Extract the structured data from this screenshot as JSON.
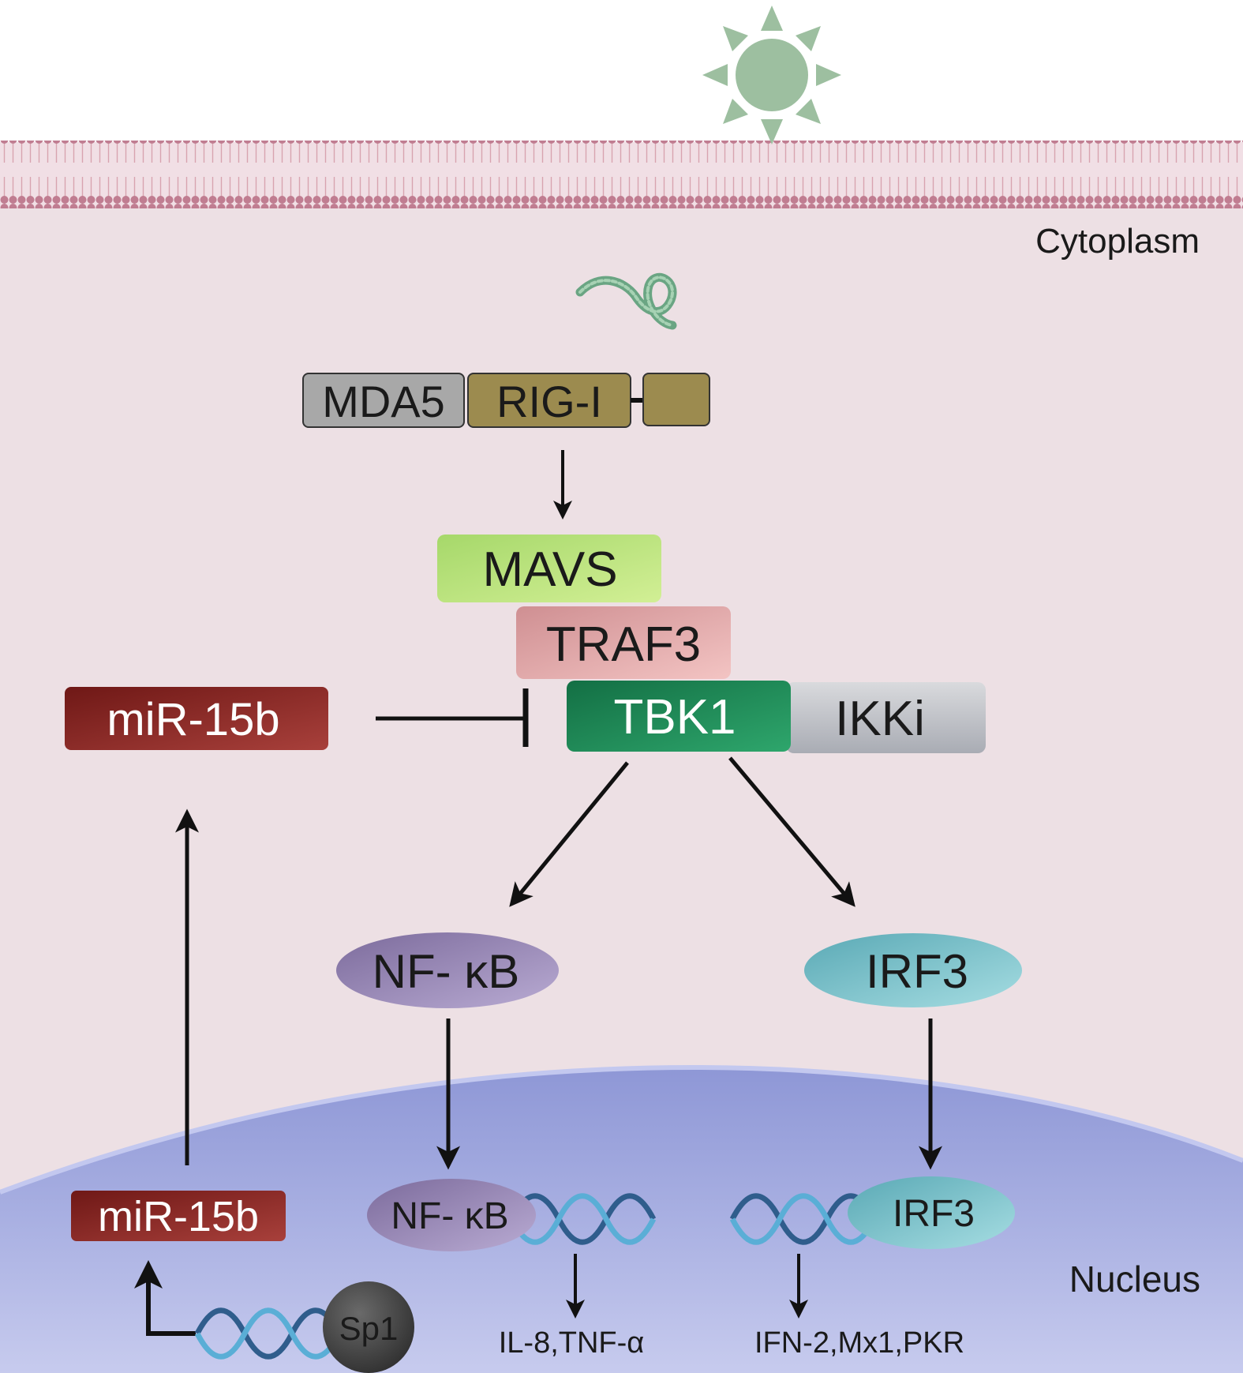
{
  "regions": {
    "cytoplasm": "Cytoplasm",
    "nucleus": "Nucleus"
  },
  "nodes": {
    "mda5": "MDA5",
    "rig_i": "RIG-I",
    "mavs": "MAVS",
    "traf3": "TRAF3",
    "tbk1": "TBK1",
    "ikki": "IKKi",
    "mir15b_cytoplasm": "miR-15b",
    "nfkb_cytoplasm": "NF- κB",
    "irf3_cytoplasm": "IRF3",
    "mir15b_nucleus": "miR-15b",
    "nfkb_nucleus": "NF- κB",
    "irf3_nucleus": "IRF3",
    "sp1": "Sp1"
  },
  "outputs": {
    "nfkb_targets": "IL-8,TNF-α",
    "irf3_targets": "IFN-2,Mx1,PKR"
  },
  "colors": {
    "background_cytoplasm": "#ede0e4",
    "membrane": "#c98a9c",
    "nucleus": "#a6aee0",
    "virus_particle": "#9dbfa0",
    "mda5": "#a8a8a8",
    "rig_i": "#9c8b4f",
    "mavs": "#b9e27e",
    "traf3": "#e4a9ab",
    "tbk1": "#1e8a58",
    "ikki": "#c4c6cc",
    "mir15b": "#8e2a27",
    "nfkb": "#9d8dbb",
    "irf3": "#7cc3cc",
    "sp1": "#4a4a4a",
    "dna": "#3f89b7"
  },
  "icons": [
    "virus-particle-icon",
    "viral-rna-icon",
    "dna-helix-icon",
    "activation-arrow-icon",
    "inhibition-bar-icon"
  ]
}
